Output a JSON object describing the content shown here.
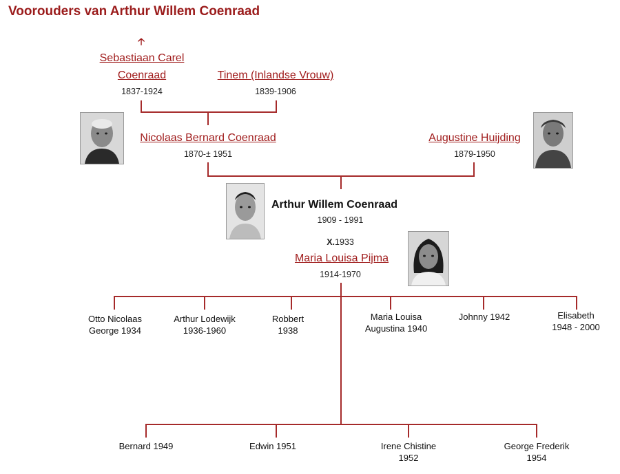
{
  "title": "Voorouders van Arthur Willem Coenraad",
  "grandparents": {
    "paternal_father": {
      "name_line1": "Sebastiaan Carel",
      "name_line2": "Coenraad",
      "dates": "1837-1924"
    },
    "paternal_mother": {
      "name": "Tinem (Inlandse Vrouw)",
      "dates": "1839-1906"
    }
  },
  "parents": {
    "father": {
      "name": "Nicolaas Bernard Coenraad",
      "dates": "1870-± 1951"
    },
    "mother": {
      "name": "Augustine Huijding",
      "dates": "1879-1950"
    }
  },
  "subject": {
    "name": "Arthur Willem Coenraad",
    "dates": "1909 - 1991"
  },
  "marriage": {
    "label": "X.",
    "year": "1933"
  },
  "spouse": {
    "name": "Maria Louisa Pijma",
    "dates": "1914-1970"
  },
  "children_row1": [
    {
      "line1": "Otto Nicolaas",
      "line2": "George 1934"
    },
    {
      "line1": "Arthur Lodewijk",
      "line2": "1936-1960"
    },
    {
      "line1": "Robbert",
      "line2": "1938"
    },
    {
      "line1": "Maria Louisa",
      "line2": "Augustina 1940"
    },
    {
      "line1": "Johnny 1942",
      "line2": ""
    },
    {
      "line1": "Elisabeth",
      "line2": "1948 - 2000"
    }
  ],
  "children_row2": [
    {
      "line1": "Bernard 1949",
      "line2": ""
    },
    {
      "line1": "Edwin 1951",
      "line2": ""
    },
    {
      "line1": "Irene Chistine",
      "line2": "1952"
    },
    {
      "line1": "George Frederik",
      "line2": "1954"
    }
  ],
  "icons": {
    "up_arrow": "up-arrow-icon"
  },
  "colors": {
    "accent": "#a01c1c"
  }
}
